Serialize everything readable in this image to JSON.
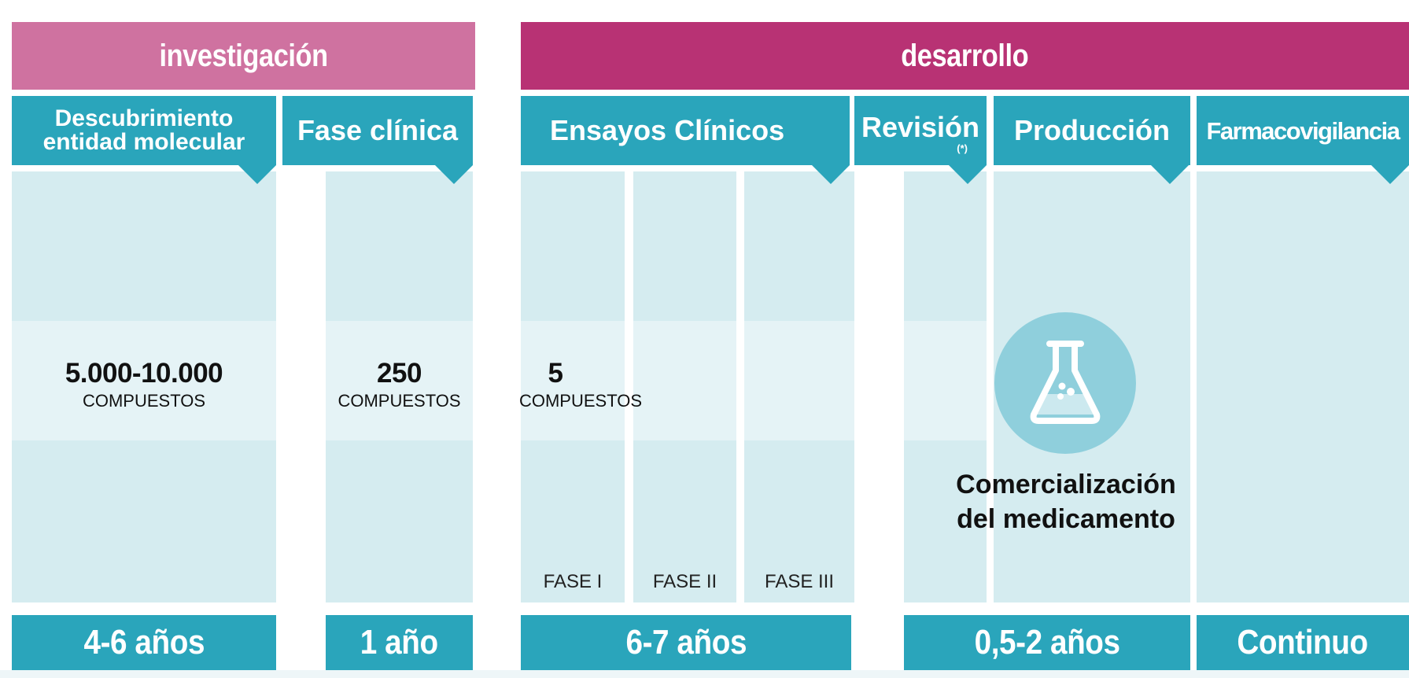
{
  "stages": {
    "research": "investigación",
    "development": "desarrollo"
  },
  "headers": {
    "discovery_line1": "Descubrimiento",
    "discovery_line2": "entidad molecular",
    "clinical_phase": "Fase clínica",
    "trials": "Ensayos Clínicos",
    "review": "Revisión",
    "review_note": "(*)",
    "production": "Producción",
    "pharmacovigilance": "Farmacovigilancia"
  },
  "counts": {
    "discovery": {
      "number": "5.000-10.000",
      "unit": "COMPUESTOS"
    },
    "clinical": {
      "number": "250",
      "unit": "COMPUESTOS"
    },
    "trials": {
      "number": "5",
      "unit": "COMPUESTOS"
    }
  },
  "phases": [
    "FASE I",
    "FASE II",
    "FASE III"
  ],
  "commercialization": {
    "line1": "Comercialización",
    "line2": "del medicamento",
    "icon": "flask-icon"
  },
  "durations": {
    "discovery": "4-6 años",
    "clinical": "1 año",
    "trials": "6-7 años",
    "review_production": "0,5-2 años",
    "pharmacovigilance": "Continuo"
  },
  "colors": {
    "research_band": "#cf72a0",
    "development_band": "#b83274",
    "header_teal": "#2aa5bb",
    "column_light": "#d5ecf0",
    "column_mid": "#e5f3f6",
    "flask_circle": "#8fcfdc"
  }
}
